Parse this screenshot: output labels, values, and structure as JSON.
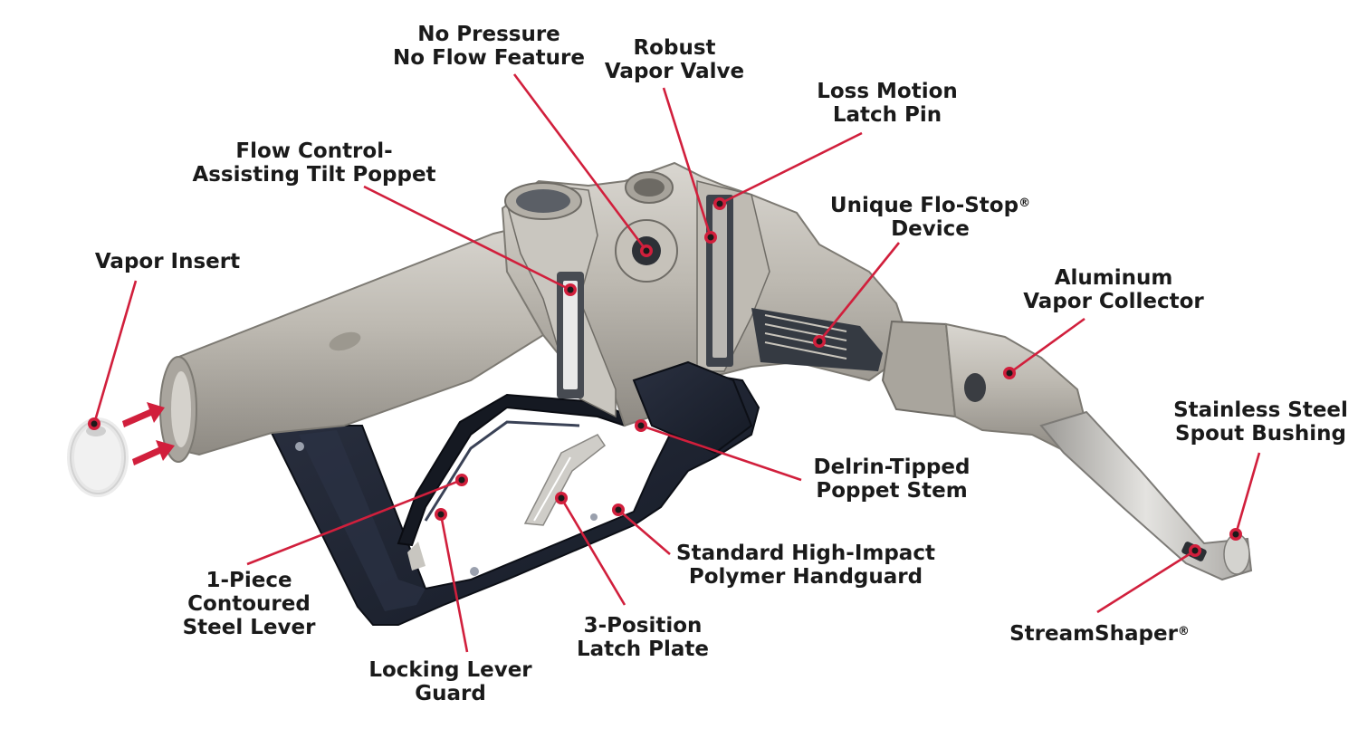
{
  "callouts": {
    "no_pressure": [
      "No Pressure",
      "No Flow Feature"
    ],
    "vapor_valve": [
      "Robust",
      "Vapor Valve"
    ],
    "latch_pin": [
      "Loss Motion",
      "Latch Pin"
    ],
    "tilt_poppet": [
      "Flow Control-",
      "Assisting Tilt Poppet"
    ],
    "flo_stop": [
      "Unique Flo-Stop",
      "Device"
    ],
    "flo_stop_mark": "®",
    "vapor_insert": [
      "Vapor Insert"
    ],
    "vapor_collector": [
      "Aluminum",
      "Vapor Collector"
    ],
    "spout_bushing": [
      "Stainless Steel",
      "Spout Bushing"
    ],
    "poppet_stem": [
      "Delrin-Tipped",
      "Poppet Stem"
    ],
    "handguard": [
      "Standard High-Impact",
      "Polymer Handguard"
    ],
    "steel_lever": [
      "1-Piece",
      "Contoured",
      "Steel Lever"
    ],
    "lever_guard": [
      "Locking Lever",
      "Guard"
    ],
    "latch_plate": [
      "3-Position",
      "Latch Plate"
    ],
    "streamshaper": [
      "StreamShaper"
    ],
    "streamshaper_mark": "®"
  },
  "colors": {
    "leader": "#d11f3c",
    "text": "#1a1a1a",
    "body_metal": "#b9b5ad",
    "handguard": "#1c2230"
  }
}
